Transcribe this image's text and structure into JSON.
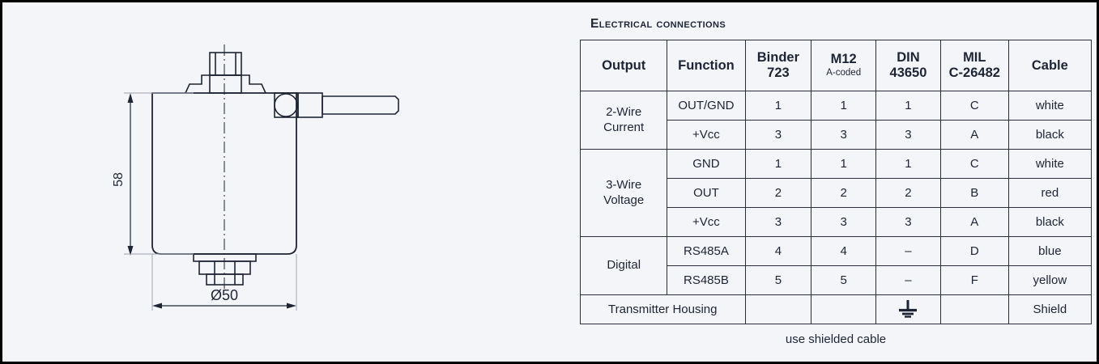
{
  "section": {
    "title": "Electrical Connections",
    "footer_note": "use shielded cable"
  },
  "drawing": {
    "dimension_height": "58",
    "dimension_diameter": "Ø50",
    "parts": {
      "top_connector": "top-threaded-connector",
      "side_connector": "side-cable-gland",
      "body": "transmitter-housing-body",
      "bottom_connector": "bottom-process-connection",
      "centerline": "vertical-centerline"
    }
  },
  "table": {
    "headers": [
      {
        "main": "Output",
        "sub": ""
      },
      {
        "main": "Function",
        "sub": ""
      },
      {
        "main": "Binder",
        "sub": "723",
        "sub_bold": true
      },
      {
        "main": "M12",
        "sub": "A-coded",
        "sub_bold": false
      },
      {
        "main": "DIN",
        "sub": "43650",
        "sub_bold": true
      },
      {
        "main": "MIL",
        "sub": "C-26482",
        "sub_bold": true
      },
      {
        "main": "Cable",
        "sub": ""
      }
    ],
    "groups": [
      {
        "output": "2-Wire Current",
        "output_line1": "2-Wire",
        "output_line2": "Current",
        "rows": [
          {
            "function": "OUT/GND",
            "binder": "1",
            "m12": "1",
            "din": "1",
            "mil": "C",
            "cable": "white"
          },
          {
            "function": "+Vcc",
            "binder": "3",
            "m12": "3",
            "din": "3",
            "mil": "A",
            "cable": "black"
          }
        ]
      },
      {
        "output": "3-Wire Voltage",
        "output_line1": "3-Wire",
        "output_line2": "Voltage",
        "rows": [
          {
            "function": "GND",
            "binder": "1",
            "m12": "1",
            "din": "1",
            "mil": "C",
            "cable": "white"
          },
          {
            "function": "OUT",
            "binder": "2",
            "m12": "2",
            "din": "2",
            "mil": "B",
            "cable": "red"
          },
          {
            "function": "+Vcc",
            "binder": "3",
            "m12": "3",
            "din": "3",
            "mil": "A",
            "cable": "black"
          }
        ]
      },
      {
        "output": "Digital",
        "output_line1": "Digital",
        "output_line2": "",
        "rows": [
          {
            "function": "RS485A",
            "binder": "4",
            "m12": "4",
            "din": "–",
            "mil": "D",
            "cable": "blue"
          },
          {
            "function": "RS485B",
            "binder": "5",
            "m12": "5",
            "din": "–",
            "mil": "F",
            "cable": "yellow"
          }
        ]
      }
    ],
    "housing_row": {
      "label": "Transmitter Housing",
      "binder": "",
      "m12": "",
      "din_symbol": "earth-ground-symbol",
      "mil": "",
      "cable": "Shield"
    }
  },
  "colors": {
    "background": "#f4f5f9",
    "ink": "#1d2433",
    "border": "#2a2f3a",
    "frame": "#000000"
  }
}
